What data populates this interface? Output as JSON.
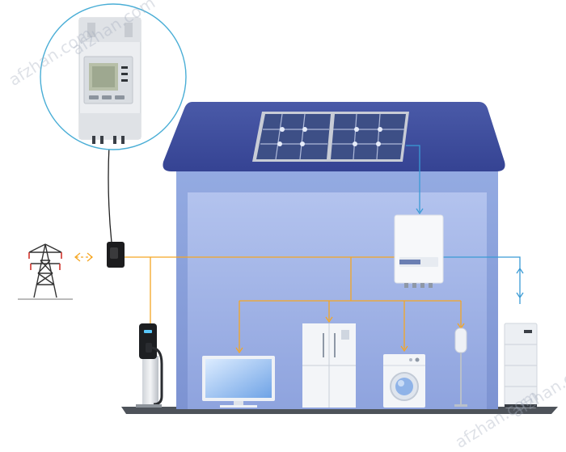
{
  "watermark": {
    "text": "afzhan.com"
  },
  "diagram": {
    "nodes": [
      {
        "id": "smart-meter",
        "icon": "din-rail-meter-icon"
      },
      {
        "id": "current-transformer",
        "icon": "ct-clamp-icon"
      },
      {
        "id": "power-grid",
        "icon": "transmission-tower-icon"
      },
      {
        "id": "solar-panels",
        "icon": "solar-panel-icon"
      },
      {
        "id": "inverter",
        "icon": "inverter-icon"
      },
      {
        "id": "battery-storage",
        "icon": "battery-stack-icon"
      },
      {
        "id": "ev-charger",
        "icon": "ev-charger-icon"
      },
      {
        "id": "television",
        "icon": "tv-icon"
      },
      {
        "id": "refrigerator",
        "icon": "fridge-icon"
      },
      {
        "id": "washing-machine",
        "icon": "washer-icon"
      },
      {
        "id": "floor-lamp",
        "icon": "lamp-icon"
      }
    ],
    "colors": {
      "ac_line": "#f5a623",
      "dc_line": "#3a9bd5",
      "roof": "#3b4a9a",
      "house_wall": "#8fa6dd",
      "house_inner": "#a9bbea",
      "ground": "#555a60",
      "callout_border": "#4aaed6"
    }
  }
}
